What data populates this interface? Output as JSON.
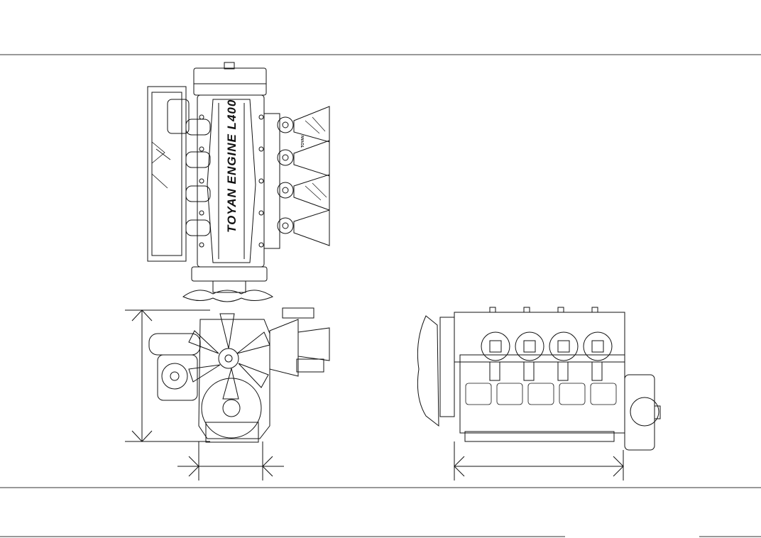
{
  "drawing": {
    "engine_label": "TOYAN ENGINE L400",
    "tag_label": "TOYAN",
    "views": [
      "top-view",
      "front-view",
      "side-view"
    ],
    "colors": {
      "line": "#111111",
      "background": "#ffffff",
      "frame": "#444444"
    }
  }
}
